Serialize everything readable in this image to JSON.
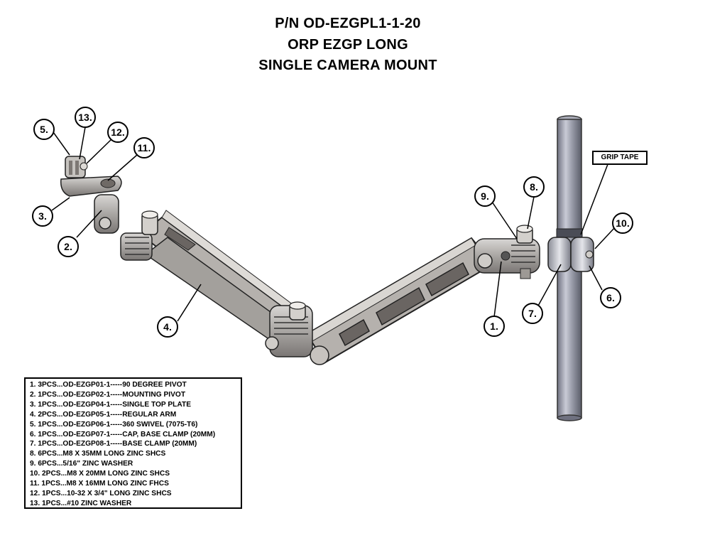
{
  "title": {
    "line1": "P/N OD-EZGPL1-1-20",
    "line2": "ORP EZGP LONG",
    "line3": "SINGLE CAMERA MOUNT"
  },
  "grip_tape_label": "GRIP TAPE",
  "callouts": [
    "1.",
    "2.",
    "3.",
    "4.",
    "5.",
    "6.",
    "7.",
    "8.",
    "9.",
    "10.",
    "11.",
    "12.",
    "13."
  ],
  "bom": [
    "1. 3PCS...OD-EZGP01-1-----90 DEGREE PIVOT",
    "2. 1PCS...OD-EZGP02-1-----MOUNTING PIVOT",
    "3. 1PCS...OD-EZGP04-1-----SINGLE TOP PLATE",
    "4. 2PCS...OD-EZGP05-1-----REGULAR ARM",
    "5. 1PCS...OD-EZGP06-1-----360 SWIVEL (7075-T6)",
    "6. 1PCS...OD-EZGP07-1-----CAP, BASE CLAMP (20MM)",
    "7. 1PCS...OD-EZGP08-1-----BASE CLAMP (20MM)",
    "8. 6PCS...M8 X 35MM LONG ZINC SHCS",
    "9. 6PCS...5/16\" ZINC WASHER",
    "10. 2PCS...M8 X 20MM LONG ZINC SHCS",
    "11. 1PCS...M8 X 16MM LONG ZINC FHCS",
    "12. 1PCS...10-32 X 3/4\" LONG ZINC SHCS",
    "13. 1PCS...#10 ZINC WASHER"
  ]
}
